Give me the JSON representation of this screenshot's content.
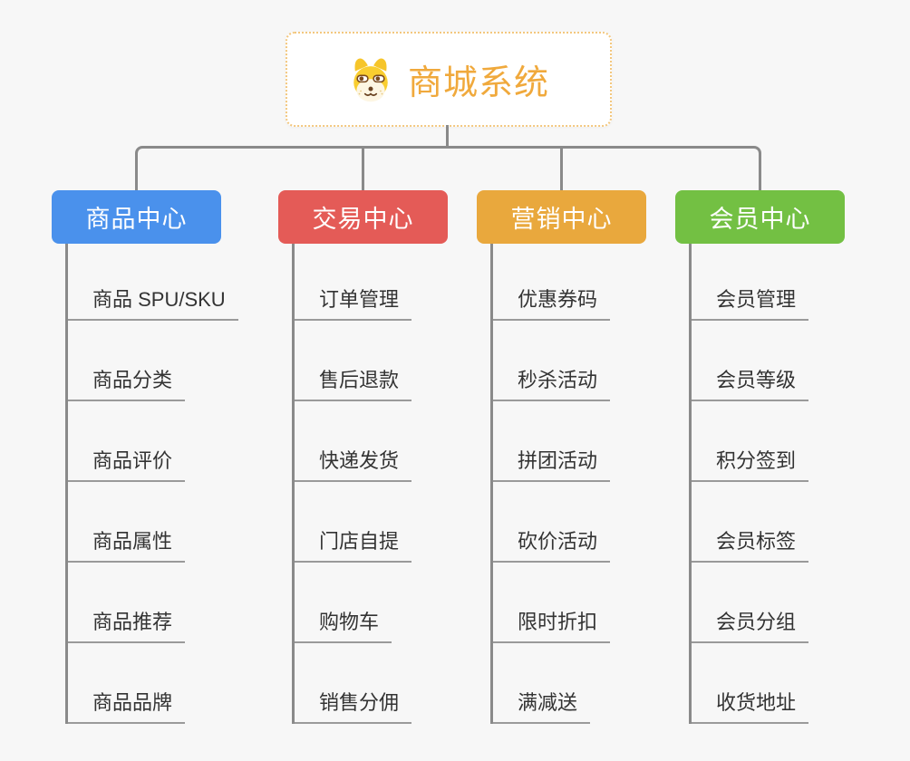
{
  "canvas": {
    "background_color": "#f7f7f7",
    "connector_color": "#8a8a8a",
    "underline_color": "#9a9a9a"
  },
  "root": {
    "title": "商城系统",
    "title_color": "#f0a93c",
    "border_color": "#f3c77e",
    "icon": "dog-face-icon"
  },
  "branches": [
    {
      "label": "商品中心",
      "color": "#4a91ec",
      "children": [
        "商品 SPU/SKU",
        "商品分类",
        "商品评价",
        "商品属性",
        "商品推荐",
        "商品品牌"
      ]
    },
    {
      "label": "交易中心",
      "color": "#e45b57",
      "children": [
        "订单管理",
        "售后退款",
        "快递发货",
        "门店自提",
        "购物车",
        "销售分佣"
      ]
    },
    {
      "label": "营销中心",
      "color": "#e9a83d",
      "children": [
        "优惠券码",
        "秒杀活动",
        "拼团活动",
        "砍价活动",
        "限时折扣",
        "满减送"
      ]
    },
    {
      "label": "会员中心",
      "color": "#73c043",
      "children": [
        "会员管理",
        "会员等级",
        "积分签到",
        "会员标签",
        "会员分组",
        "收货地址"
      ]
    }
  ]
}
